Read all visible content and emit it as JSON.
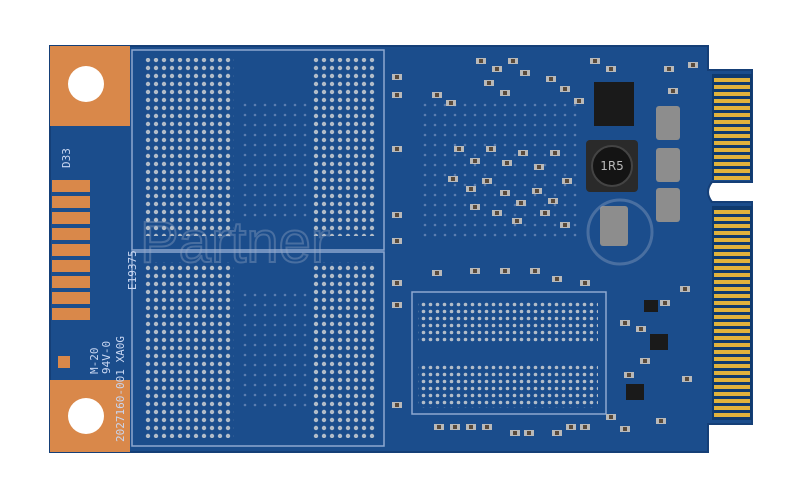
{
  "image": {
    "subject": "mSATA SSD circuit board, back side",
    "colors": {
      "board": "#1b4d8c",
      "board_edge": "#153f77",
      "copper_pad": "#d9884a",
      "gold_fingers": "#e0b23c",
      "solder_pad": "#b3bdc9",
      "silkscreen": "#c9d7f2",
      "component_dark": "#1a1a1a"
    }
  },
  "silkscreen": {
    "part_number": "2027160-001 XA0G",
    "revision": "94V-0",
    "marking": "M-20",
    "date_code": "E19375",
    "pad_label": "D33"
  },
  "components": {
    "inductor_label": "1R5"
  },
  "watermark": {
    "text": "Partner"
  }
}
